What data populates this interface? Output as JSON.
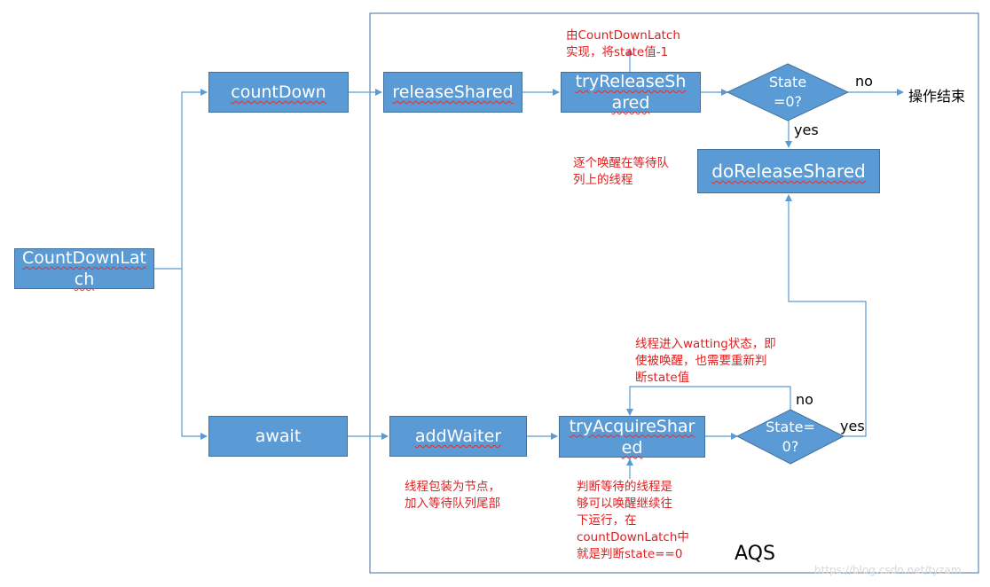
{
  "aqs_label": "AQS",
  "boxes": {
    "countdownlatch": "CountDownLatch",
    "countdown": "countDown",
    "await": "await",
    "release_shared": "releaseShared",
    "try_release_shared": "tryReleaseShared",
    "do_release_shared": "doReleaseShared",
    "add_waiter": "addWaiter",
    "try_acquire_shared": "tryAcquireShared"
  },
  "decisions": {
    "top": "State =0?",
    "bottom": "State=0?"
  },
  "labels": {
    "top_no": "no",
    "top_yes": "yes",
    "bottom_no": "no",
    "bottom_yes": "yes",
    "end": "操作结束"
  },
  "notes": {
    "state_minus": "由CountDownLatch\n实现，将state值-1",
    "wake_each": "逐个唤醒在等待队\n列上的线程",
    "watting": "线程进入watting状态，即\n使被唤醒，也需要重新判\n断state值",
    "wrap_node": "线程包装为节点，\n加入等待队列尾部",
    "judge": "判断等待的线程是\n够可以唤醒继续往\n下运行，在\ncountDownLatch中\n就是判断state==0"
  },
  "watermark": "https://blog.csdn.net/tyzam"
}
